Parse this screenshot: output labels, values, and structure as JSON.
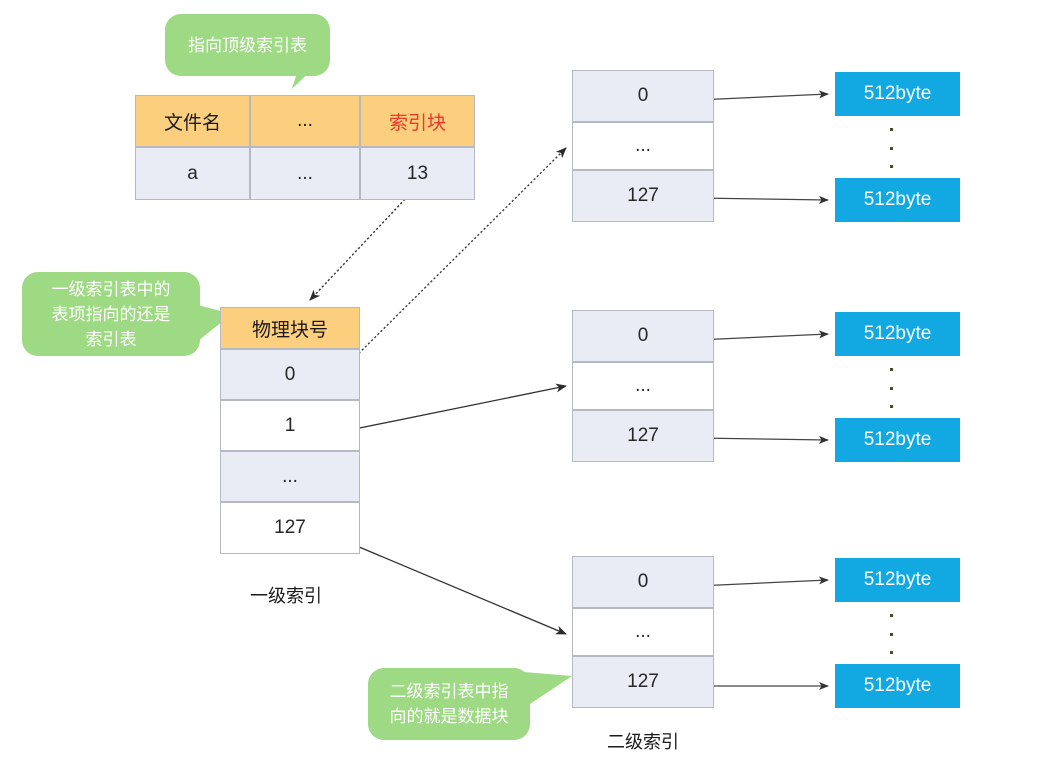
{
  "diagram": {
    "title_note": "Two-level index (multi-level indexed allocation) diagram",
    "colors": {
      "header_orange": "#FCCF7E",
      "row_shade": "#E9ECF5",
      "row_plain": "#FFFFFF",
      "callout_green": "#9ED984",
      "datablock_blue": "#12A9E3",
      "accent_red": "#E8392A",
      "border_gray": "#B6B8C4",
      "arrow_gray": "#3A3A3A"
    }
  },
  "callouts": [
    {
      "id": "callout-top-index",
      "text": "指向顶级索引表"
    },
    {
      "id": "callout-level1",
      "text": "一级索引表中的\n表项指向的还是\n索引表"
    },
    {
      "id": "callout-level2",
      "text": "二级索引表中指\n向的就是数据块"
    }
  ],
  "file_table": {
    "name": "file-directory-table",
    "headers": [
      "文件名",
      "...",
      "索引块"
    ],
    "header_accent_index": 2,
    "rows": [
      [
        "a",
        "...",
        "13"
      ]
    ]
  },
  "level1_index": {
    "name": "level-1-index-table",
    "header": "物理块号",
    "entries": [
      "0",
      "1",
      "...",
      "127"
    ],
    "caption": "一级索引"
  },
  "level2_indexes": [
    {
      "id": "level2-table-top",
      "entries": [
        "0",
        "...",
        "127"
      ]
    },
    {
      "id": "level2-table-middle",
      "entries": [
        "0",
        "...",
        "127"
      ]
    },
    {
      "id": "level2-table-bottom",
      "entries": [
        "0",
        "...",
        "127"
      ]
    }
  ],
  "level2_caption": "二级索引",
  "data_block_groups": [
    {
      "id": "data-blocks-top",
      "blocks": [
        "512byte",
        "512byte"
      ],
      "ellipsis": "⋮"
    },
    {
      "id": "data-blocks-middle",
      "blocks": [
        "512byte",
        "512byte"
      ],
      "ellipsis": "⋮"
    },
    {
      "id": "data-blocks-bottom",
      "blocks": [
        "512byte",
        "512byte"
      ],
      "ellipsis": "⋮"
    }
  ]
}
